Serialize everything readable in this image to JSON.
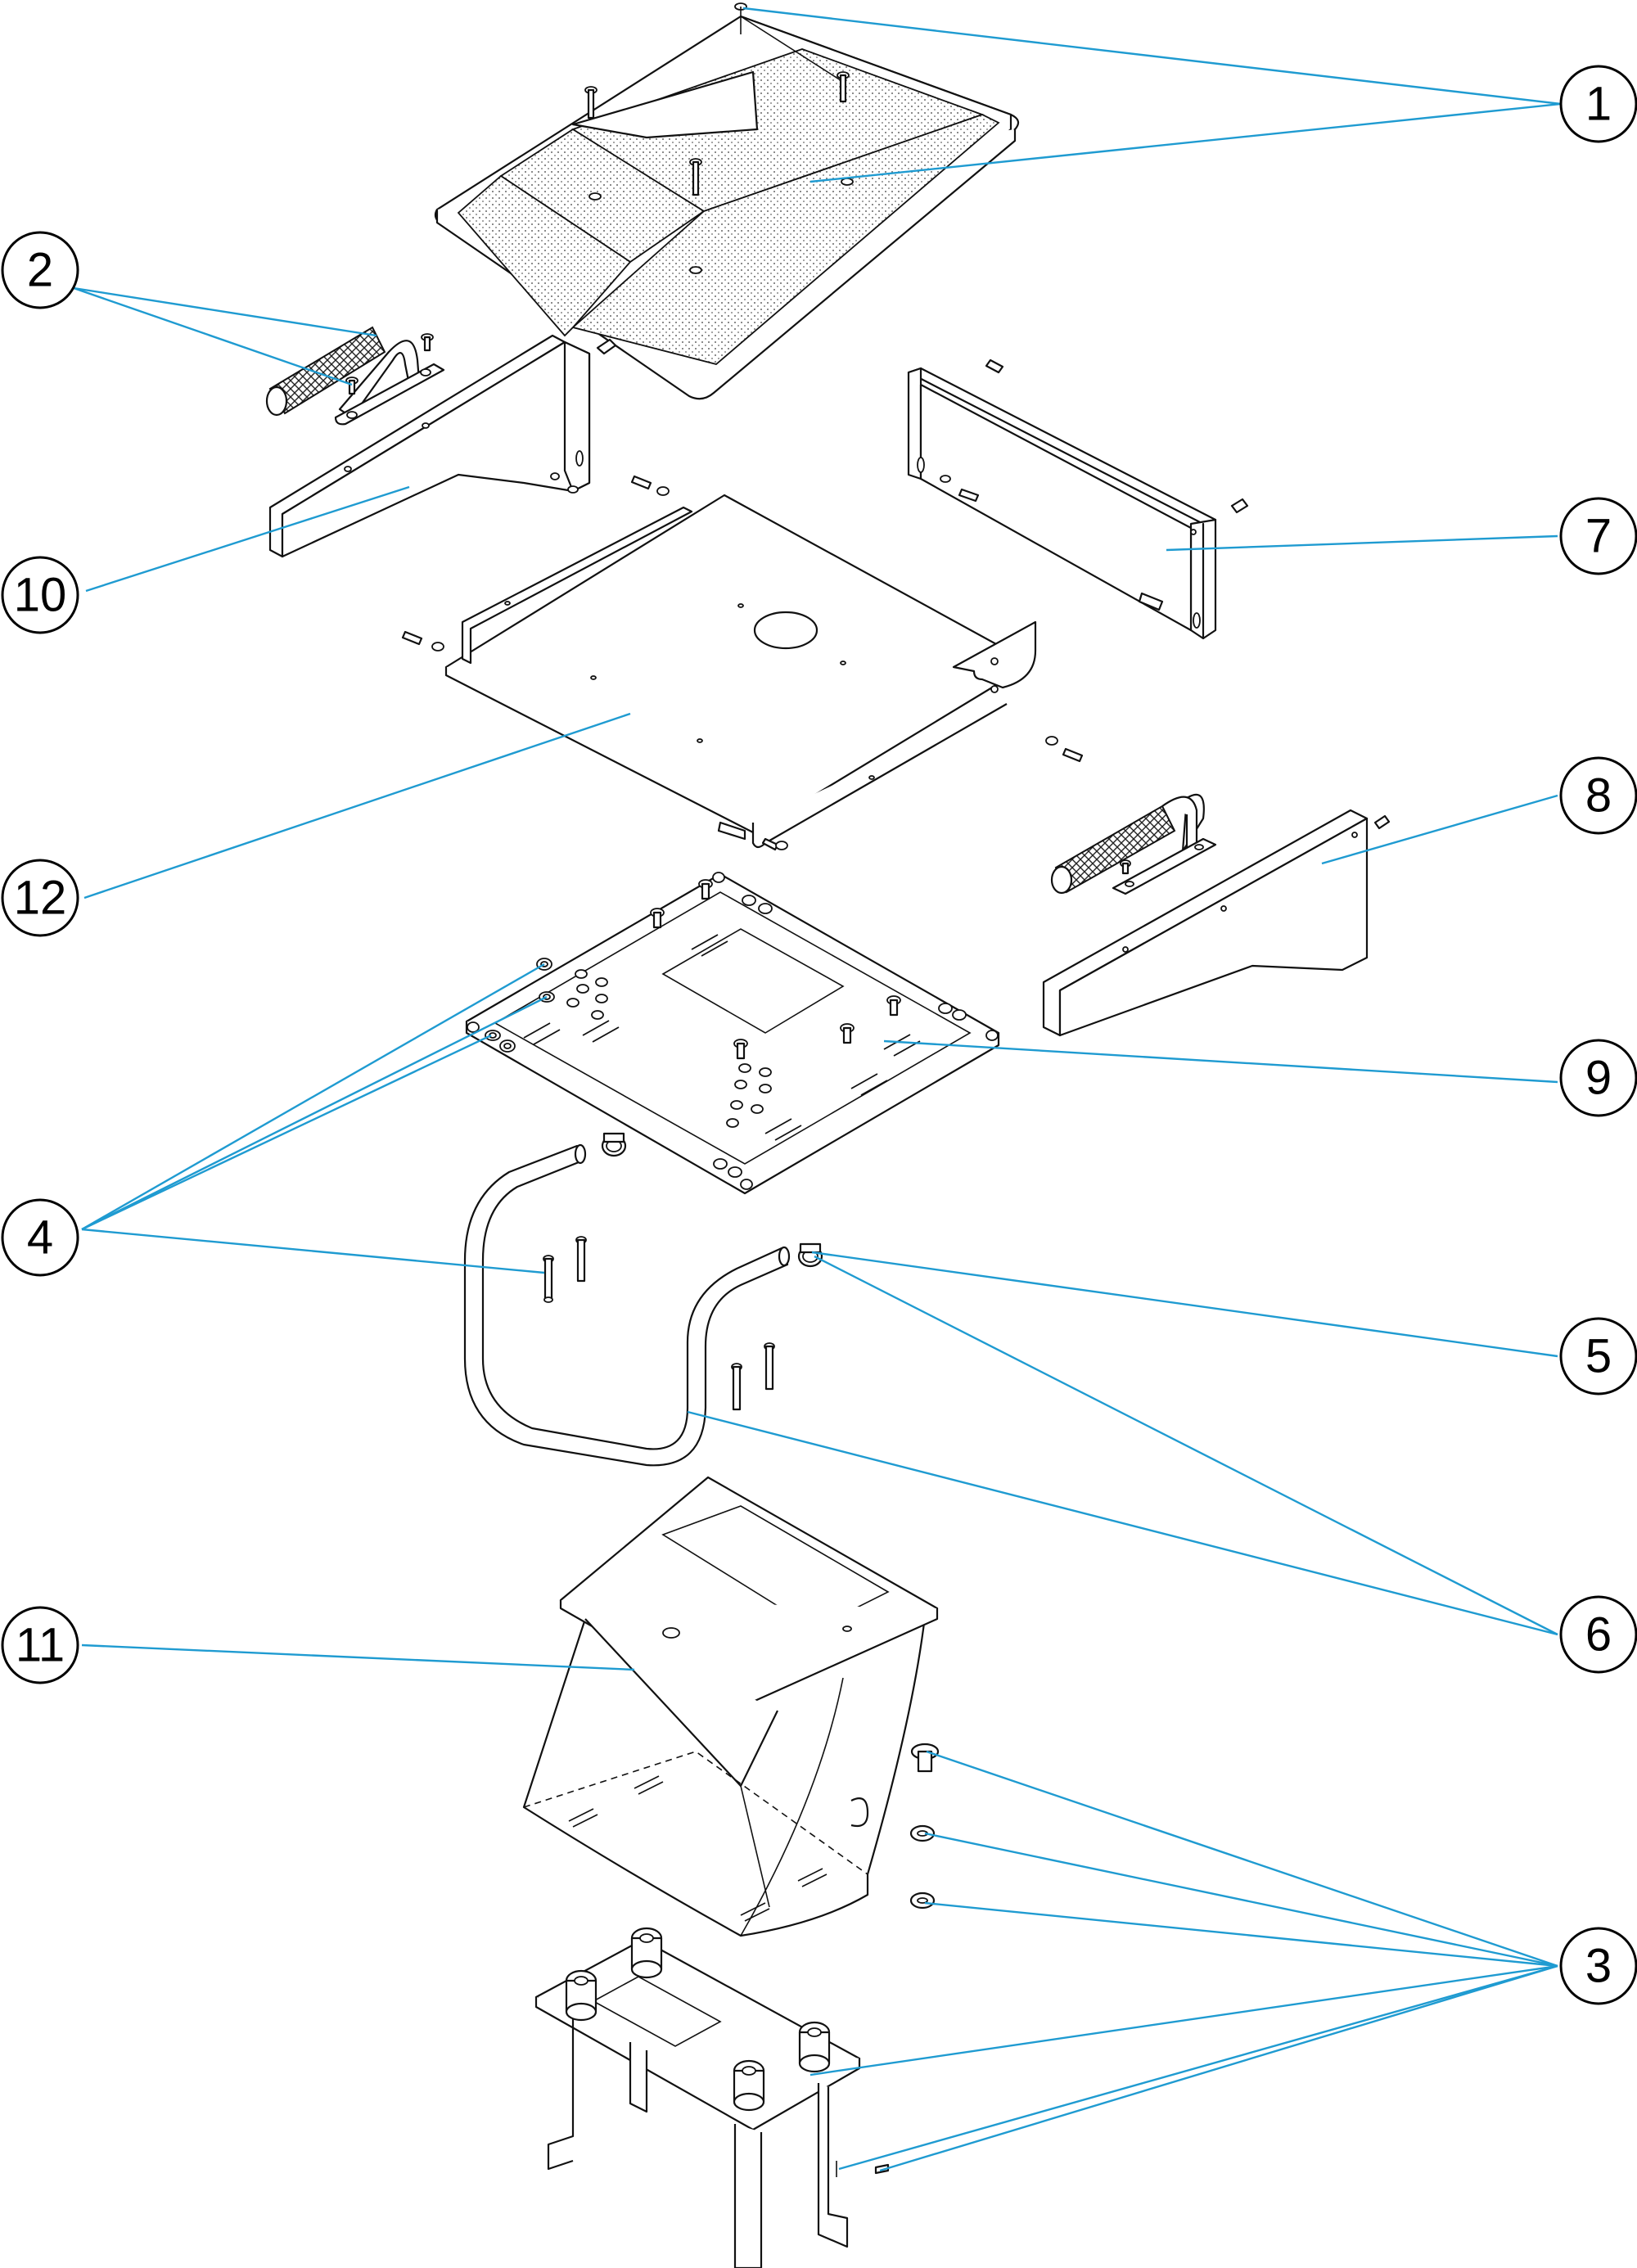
{
  "accent_color": "#1f9bd1",
  "callouts": [
    {
      "id": "1",
      "label": "1"
    },
    {
      "id": "2",
      "label": "2"
    },
    {
      "id": "3",
      "label": "3"
    },
    {
      "id": "4",
      "label": "4"
    },
    {
      "id": "5",
      "label": "5"
    },
    {
      "id": "6",
      "label": "6"
    },
    {
      "id": "7",
      "label": "7"
    },
    {
      "id": "8",
      "label": "8"
    },
    {
      "id": "9",
      "label": "9"
    },
    {
      "id": "10",
      "label": "10"
    },
    {
      "id": "11",
      "label": "11"
    },
    {
      "id": "12",
      "label": "12"
    }
  ]
}
